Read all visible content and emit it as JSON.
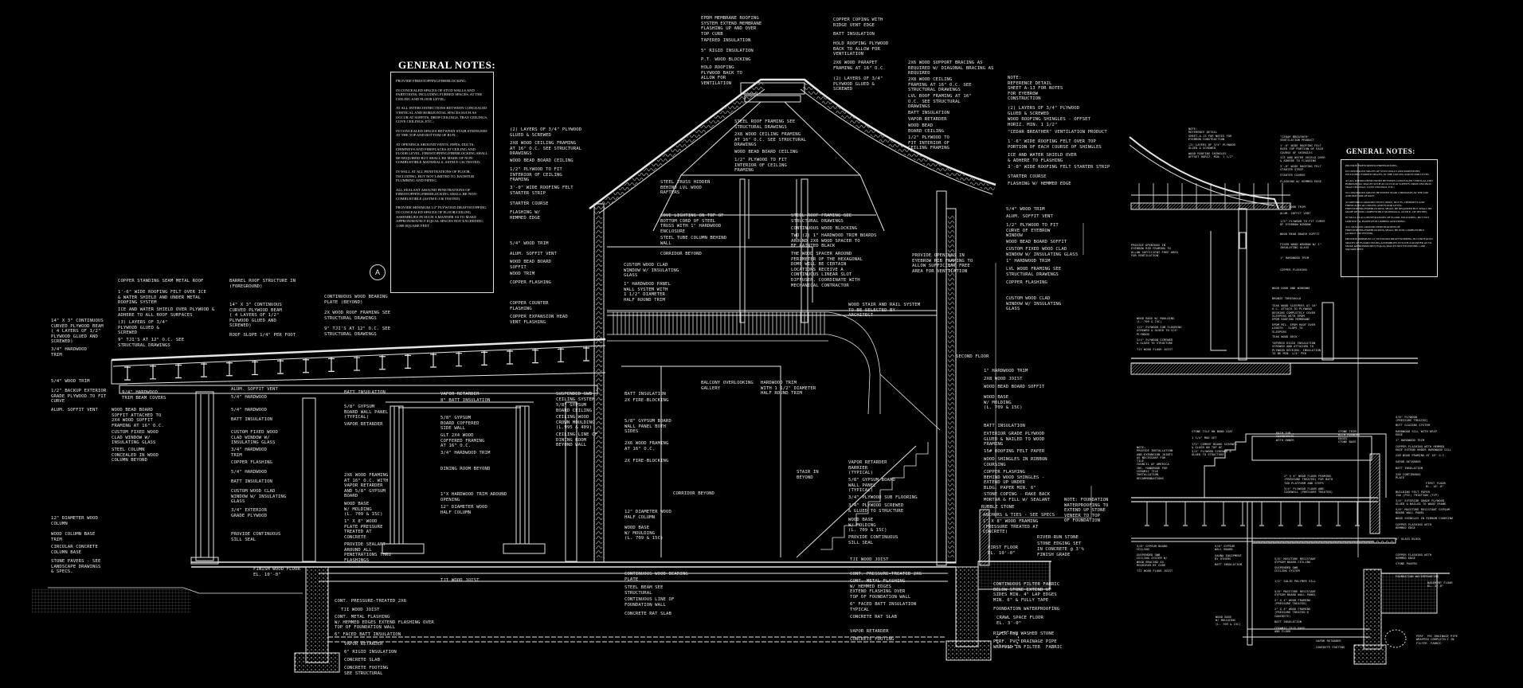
{
  "notes_main": {
    "title": "GENERAL NOTES:",
    "items": [
      "PROVIDE FIRESTOPPING/FIREBLOCKING",
      "IN CONCEALED SPACES OF STUD WALLS AND PARTITIONS, INCLUDING FURRED SPACES, AT THE CEILING AND FLOOR LEVEL;",
      "AT ALL INTERCONNECTIONS BETWEEN CONCEALED VERTICAL AND HORIZONTAL SPACES SUCH AS OCCUR AT SOFFITS, DROP CEILINGS, TRAY CEILINGS, COVE CEILINGS, ETC.;",
      "IN CONCEALED SPACES BETWEEN STAIR STRINGERS AT THE TOP AND BOTTOM OF RUN;",
      "AT OPENINGS AROUND VENTS, PIPES, DUCTS, CHIMNEYS AND FIREPLACES AT CEILING AND FLOOR LEVEL. FIRESTOPPING/FIREBLOCKING SHALL BE REQUIRED BUT SHALL BE MADE OF NON-COMBUSTIBLE MATERIALS, ASTM E-136 TESTED;",
      "IN WALL AT ALL PENETRATIONS OF FLOOR, INCLUDING, BUT NOT LIMITED TO, BATHTUB PLUMBING AND PIPING.",
      "ALL SEALANT AROUND PENETRATIONS OF FIRESTOPPING/FIREBLOCKING SHALL BE NON-COMBUSTIBLE (ASTM E-136 TESTED).",
      "PROVIDE MINIMUM 1/2\" PLYWOOD DRAFTSTOPPING IN CONCEALED SPACES OF FLOOR/CEILING ASSEMBLIES IN SUCH A MANNER AS TO MAKE APPROXIMATELY EQUAL SPACES NOT EXCEEDING 1,000 SQUARE FEET."
    ]
  },
  "notes_detail": {
    "title": "GENERAL NOTES:",
    "items": [
      "PROVIDE FIRESTOPPING/FIREBLOCKING",
      "IN CONCEALED SPACES OF STUD WALLS AND PARTITIONS, INCLUDING FURRED SPACES, AT THE CEILING AND FLOOR LEVEL;",
      "AT ALL INTERCONNECTIONS BETWEEN CONCEALED VERTICAL AND HORIZONTAL SPACES SUCH AS OCCUR AT SOFFITS, DROP CEILINGS, TRAY CEILINGS, COVE CEILINGS, ETC.;",
      "IN CONCEALED SPACES BETWEEN STAIR STRINGERS AT THE TOP AND BOTTOM OF RUN;",
      "AT OPENINGS AROUND VENTS, PIPES, DUCTS, CHIMNEYS AND FIREPLACES AT CEILING AND FLOOR LEVEL. FIRESTOPPING/FIREBLOCKING SHALL BE REQUIRED BUT SHALL BE MADE OF NON-COMBUSTIBLE MATERIALS, ASTM E-136 TESTED;",
      "IN WALL AT ALL PENETRATIONS OF FLOOR, INCLUDING, BUT NOT LIMITED TO, BATHTUB PLUMBING AND PIPING.",
      "ALL SEALANT AROUND PENETRATIONS OF FIRESTOPPING/FIREBLOCKING SHALL BE NON-COMBUSTIBLE (ASTM E-136 TESTED).",
      "PROVIDE MINIMUM 1/2\" PLYWOOD DRAFTSTOPPING IN CONCEALED SPACES OF FLOOR/CEILING ASSEMBLIES IN SUCH A MANNER AS TO MAKE APPROXIMATELY EQUAL SPACES NOT EXCEEDING 1,000 SQUARE FEET."
    ]
  },
  "section_marker": "A",
  "labels": [
    "EPDM MEMBRANE ROOFING\nSYSTEM EXTEND MEMBRANE\nFLASHING UP AND OVER\nTOP CURB",
    "TAPERED INSULATION",
    "5\" RIGID INSULATION",
    "P.T. WOOD BLOCKING",
    "HOLD ROOFING\nPLYWOOD BACK TO\nALLOW FOR\nVENTILATION",
    "COPPER COPING WITH\nRIDGE VENT EDGE",
    "BATT INSULATION",
    "HOLD ROOFING PLYWOOD\nBACK TO ALLOW FOR\nVENTILATION",
    "2X6 WOOD PARAPET\nFRAMING AT 16\" O.C.",
    "(2) LAYERS OF 3/4\"\nPLYWOOD GLUED &\nSCREWED",
    "STEEL ROOF FRAMING SEE\nSTRUCTURAL DRAWINGS",
    "2X8 WOOD CEILING FRAMING\nAT 16\" O.C. SEE STRUCTURAL\nDRAWINGS",
    "WOOD BEAD BOARD CEILING",
    "1/2\" PLYWOOD TO FIT\nINTERIOR OF CEILING\nFRAMING",
    "2X6 WOOD SUPPORT BRACING AS\nREQUIRED W/ DIAGONAL BRACING AS\nREQUIRED",
    "2X8 WOOD CEILING\nFRAMING AT 16\" O.C. SEE\nSTRUCTURAL DRAWINGS",
    "LVL ROOF FRAMING AT 16\"\nO.C. SEE STRUCTURAL\nDRAWINGS",
    "BATT INSULATION",
    "VAPOR RETARDER",
    "WOOD BEAD\nBOARD CEILING",
    "1/2\" PLYWOOD TO\nFIT INTERIOR OF\nCEILING FRAMING",
    "NOTE:\nREFERENCE DETAIL\nSHEET A-13 FOR NOTES\nFOR EYEBROW\nCONSTRUCTION",
    "(2) LAYERS OF 3/4\" PLYWOOD\nGLUED & SCREWED",
    "WOOD ROOFING SHINGLES - OFFSET\nHORIZ. MIN. 1 1/2\"",
    "\"CEDAR BREATHER\" VENTILATION PRODUCT",
    "1'-6\" WIDE ROOFING FELT OVER TOP\nPORTION OF EACH COURSE OF SHINGLES",
    "ICE AND WATER SHIELD OVER\n& ADHERE TO FLASHING",
    "3'-0\" WIDE ROOFING FELT STARTER STRIP",
    "STARTER COURSE",
    "FLASHING W/ HEMMED EDGE",
    "5/4\" WOOD TRIM",
    "ALUM. SOFFIT VENT",
    "1/2\" PLYWOOD TO FIT\nCURVE OF EYEBROW\nWINDOW",
    "WOOD BEAD BOARD SOFFIT",
    "CUSTOM FIXED WOOD CLAD\nWINDOW W/ INSULATING GLASS",
    "1\" HARDWOOD TRIM",
    "LVL WOOD FRAMING SEE\nSTRUCTURAL DRAWINGS",
    "COPPER FLASHING",
    "CUSTOM WOOD CLAD\nWINDOW W/ INSULATING\nGLASS",
    "(2) LAYERS OF 3/4\" PLYWOOD\nGLUED & SCREWED",
    "2X8 WOOD CEILING FRAMING\nAT 16\" O.C. SEE STRUCTURAL\nDRAWINGS",
    "WOOD BEAD BOARD CEILING",
    "1/2\" PLYWOOD TO FIT\nINTERIOR OF CEILING\nFRAMING",
    "3'-0\" WIDE ROOFING FELT\nSTARTER STRIP",
    "STARTER COURSE",
    "FLASHING W/\nHEMMED EDGE",
    "5/4\" WOOD TRIM",
    "ALUM. SOFFIT VENT",
    "WOOD BEAD BOARD\nSOFFIT",
    "WOOD TRIM",
    "COPPER FLASHING",
    "COPPER COUNTER\nFLASHING",
    "COPPER EXPANSION HEAD\nVENT FLASHING",
    "STEEL TRUSS HIDDEN\nBEHIND LVL WOOD\nRAFTERS",
    "COVE LIGHTING ON TOP OF\nBOTTOM CORD OF STEEL\nTRUSS WITH 1\" HARDWOOD\nENCLOSURE",
    "STEEL TUBE COLUMN BEHIND\nWALL",
    "CORRIDOR BEYOND",
    "CUSTOM WOOD CLAD\nWINDOW W/ INSULATING\nGLASS",
    "1\" HARDWOOD PANEL\nWALL SYSTEM WITH\n1 1/2\" DIAMETER\nHALF ROUND TRIM",
    "STEEL ROOF FRAMING SEE\nSTRUCTURAL DRAWINGS",
    "CONTINUOUS WOOD BLOCKING",
    "TWO (2) 1\" HARDWOOD TRIM BOARDS\nAROUND 2X6 WOOD SPACER TO\nBE PAINTED BLACK",
    "THE WOOD SPACER AROUND\nPERIMETER OF THE HEXAGONAL\nDOME WILL BE CERTAIN\nLOCATIONS RECEIVE A\nCONTINUOUS LINEAR SLOT\nDIFFUSER. COORDINATE WITH\nMECHANICAL CONTRACTOR",
    "PROVIDE OPENINGS IN\nEYEBROW RIB FRAMING TO\nALLOW SUFFICIENT FREE\nAREA FOR VENTILATION",
    "WOOD STAIR AND RAIL SYSTEM\nTO BE SELECTED BY\nARCHITECT",
    "COPPER STANDING SEAM METAL ROOF",
    "1'-6\" WIDE ROOFING FELT OVER ICE\n& WATER SHIELD AND UNDER METAL\nROOFING SYSTEM",
    "ICE AND WATER SHIELD OVER PLYWOOD &\nADHERE TO ALL ROOF SURFACES",
    "(3) LAYERS OF 3/4\"\nPLYWOOD GLUED &\nSCREWED",
    "9\" TJI'S AT 12\" O.C. SEE\nSTRUCTURAL DRAWINGS",
    "14\" X 3\" CONTINUOUS\nCURVED PLYWOOD BEAM\n( 4 LAYERS OF 1/2\"\nPLYWOOD GLUED AND\nSCREWED)",
    "3/4\" HARDWOOD\nTRIM",
    "5/4\" WOOD TRIM",
    "1/2\" BACKUP EXTERIOR\nGRADE PLYWOOD TO FIT\nCURVE",
    "ALUM. SOFFIT VENT",
    "BARREL ROOF STRUCTURE IN\n(FOREGROUND)",
    "14\" X 3\" CONTINUOUS\nCURVED PLYWOOD BEAM\n( 4 LAYERS OF 1/2\"\nPLYWOOD GLUED AND\nSCREWED)",
    "ROOF SLOPE 1/4\" PER FOOT",
    "CONTINUOUS WOOD BEARING\nPLATE (BEYOND)",
    "2X WOOD ROOF FRAMING SEE\nSTRUCTURAL DRAWINGS",
    "9\" TJI'S AT 12\" O.C. SEE\nSTRUCTURAL DRAWINGS",
    "9/4\" HARDWOOD\nTRIM BEAM COVERS",
    "WOOD BEAD BOARD\nSOFFIT ATTACHED TO\n2X4 WOOD SOFFIT\nFRAMING AT 16\" O.C.",
    "CUSTOM FIXED WOOD\nCLAD WINDOW W/\nINSULATING GLASS",
    "STEEL COLUMN\nCONCEALED IN WOOD\nCOLUMN BEYOND",
    "12\" DIAMETER WOOD\nCOLUMN",
    "WOOD COLUMN BASE\nTRIM",
    "CIRCULAR CONCRETE\nCOLUMN BASE",
    "STONE PAVERS - SEE\nLANDSCAPE DRAWINGS\n& SPECS.",
    "ALUM. SOFFIT VENT",
    "5/4\" HARDWOOD",
    "5/4\" HARDWOOD",
    "BATT INSULATION",
    "CUSTOM FIXED WOOD\nCLAD WINDOW W/\nINSULATING GLASS",
    "3/4\" HARDWOOD\nTRIM",
    "COPPER FLASHING",
    "5/4\" HARDWOOD",
    "BATT INSULATION",
    "CUSTOM WOOD CLAD\nWINDOW W/ INSULATING\nGLASS",
    "3/4\" EXTERIOR\nGRADE PLYWOOD",
    "PROVIDE CONTINUOUS\nSILL SEAL",
    "FINISH WOOD FLOOR\nEL. 10'-0\"",
    "BATT INSULATION",
    "5/8\" GYPSUM\nBOARD WALL PANEL\n(TYPICAL)",
    "VAPOR RETARDER",
    "2X6 WOOD FRAMING\nAT 16\" O.C. WITH\nVAPOR RETARDER\nAND 5/8\" GYPSUM\nBOARD",
    "WOOD BASE\nW/ MOLDING\n(L. 709 & 15C)",
    "1\" X 8\" WOOD\nPLATE PRESSURE\nTREATED AT\nCONCRETE",
    "PROVIDE SEALANT\nAROUND ALL\nPENETRATIONS THRU\nFLASHINGS",
    "VAPOR RETARDER",
    "8\" BATT INSULATION",
    "5/8\" GYPSUM\nBOARD COFFERED\nSIDE WALL",
    "GLT 2X4 WOOD\nCOFFERED FRAMING\nAT 16\" O.C.",
    "3/4\" HARDWOOD TRIM",
    "DINING ROOM BEYOND",
    "1\"X HARDWOOD TRIM AROUND\nOPENING",
    "12\" DIAMETER WOOD\nHALF COLUMN",
    "SUSPENDED GWB\nCEILING SYSTEM",
    "5/8\" GYPSUM\nBOARD CEILING",
    "CEILING WOOD\nCROWN MOULDING\n(L.995 & 409)",
    "CEILING LINE OF\nDINING ROOM\nBEYOND WALL",
    "BATT INSULATION",
    "2X FIRE-BLOCKING",
    "5/8\" GYPSUM BOARD\nWALL PANEL BOTH\nSIDES",
    "2X6 WOOD FRAMING\nAT 16\" O.C.",
    "2X FIRE-BLOCKING",
    "CORRIDOR BEYOND",
    "12\" DIAMETER WOOD\nHALF COLUMN",
    "WOOD BASE\nW/ MOULDING\n(L. 709 & 15C)",
    "TJI WOOD JOIST",
    "CONTINUOUS WOOD BEARING\nPLATE",
    "STEEL BEAM SEE\nSTRUCTURAL",
    "CONTINUOUS LINE OF\nFOUNDATION WALL",
    "CONCRETE RAT SLAB",
    "TJI WOOD JOIST",
    "CONT. PRESSURE-TREATED 2X6",
    "CONT. METAL FLASHING\nW/ HEMMED EDGES EXTEND FLASHING OVER\nTOP OF FOUNDATION WALL",
    "6\" FACED BATT INSULATION",
    "VAPOR RETARDER",
    "6\" RIGID INSULATION",
    "CONCRETE SLAB",
    "CONCRETE FOOTING\nSEE STRUCTURAL",
    "BALCONY OVERLOOKING\nGALLERY",
    "HARDWOOD TRIM\nWITH 1 1/2\" DIAMETER\nHALF ROUND TRIM",
    "STAIR IN\nBEYOND",
    "SECOND FLOOR",
    "1\" HARDWOOD TRIM",
    "2X8 WOOD JOIST",
    "WOOD BEAD BOARD SOFFIT",
    "WOOD BASE\nW/ MOLDING\n(L. 709 & 15C)",
    "BATT INSULATION",
    "EXTERIOR GRADE PLYWOOD\nGLUED & NAILED TO WOOD\nFRAMING",
    "15# ROOFING FELT PAPER",
    "WOOD SHINGLES IN RIBBON\nCOURSING",
    "COPPER FLASHING\nBEHIND WOOD SHINGLES -\nEXTEND UP UNDER\nBLDG. PAPER MIN. 6\"",
    "STONE COPING - RAKE BACK\nMORTAR & FILL W/ SEALANT",
    "RUBBLE STONE",
    "ANCHORS & TIES - SEE SPECS",
    "NOTE: FOUNDATION\nWATERPROOFING TO\nEXTEND UP STONE\nVENEER TO TOP\nOF FOUNDATION",
    "VAPOR RETARDER\nBARRIER\n(TYPICAL)",
    "5/8\" GYPSUM BOARD\nWALL PANEL\n(TYPICAL)",
    "3/4\" PLYWOOD SUB FLOORING",
    "3/4\" PLYWOOD SCREWED\n& GLUED TO STRUCTURE",
    "1\" X 8\" WOOD FRAMING\n(PRESSURE TREATED AT\nCONCRETE)",
    "WOOD BASE\nW/ MOLDING\n(L. 709 & 15C)",
    "PROVIDE CONTINUOUS\nSILL SEAL",
    "RIVER-RUN STONE",
    "STONE EDGING SET\nIN CONCRETE @ 3'%",
    "FIRST FLOOR\nEL. 10'-0\"",
    "FINISH GRADE",
    "TJI WOOD JOIST",
    "CONT. PRESSURE-TREATED 2X6",
    "CONT. METAL FLASHING\nW/ HEMMED EDGES\nEXTEND FLASHING OVER\nTOP OF FOUNDATION WALL",
    "6\" FACED BATT INSULATION\nTYPICAL",
    "CONCRETE RAT SLAB",
    "VAPOR RETARDER",
    "CONCRETE FOOTING",
    "CONTINUOUS FILTER FABRIC\nBELOW STONE EXTEND UP\nSIDES MIN. 4\" LAP EDGES\nMIN. 6\" & FULLY TAPE",
    "FOUNDATION WATERPROOFING",
    "CRAWL SPACE FLOOR\nEL. 3'-0\"",
    "RIVER-RUN WASHED STONE",
    "PERF. PVC DRAINAGE PIPE\nWRAPPED IN FILTER  FABRIC",
    "NOTE:\nREFERENCE DETAIL\nSHEET A-13 FOR NOTES FOR\nEYEBROW CONSTRUCTION",
    "(2) LAYERS OF 3/4\" PLYWOOD\nGLUED & SCREWED",
    "WOOD ROOFING SHINGLES -\nOFFSET HORIZ. MIN. 1 1/2\"",
    "\"CEDAR BREATHER\"\nVENTILATION PRODUCT",
    "1'-6\" WIDE ROOFING FELT\nOVER TOP PORTION OF EACH\nCOURSE OF SHINGLES",
    "ICE AND WATER SHIELD OVER\n& ADHERE TO FLASHING",
    "3'-0\" WIDE ROOFING FELT\nSTARTER STRIP",
    "STARTER COURSE",
    "FLASHING W/ HEMMED EDGE",
    "5/4\" WOOD TRIM",
    "ALUM. SOFFIT VENT",
    "1/2\" PLYWOOD TO FIT CURVE\nOF EYEBROW WINDOW",
    "WOOD BEAD BOARD SOFFIT",
    "FIXED WOOD WINDOW W/ 1\"\nINSULATING GLASS",
    "1\" HARDWOOD TRIM",
    "COPPER FLASHING",
    "WOOD DOOR AND WINDOWS",
    "BRONZE THRESHOLD",
    "TEAK WOOD SLEEPERS AT 16\"\nO.C. ATTACH TO PLYWOOD\nDECKING COMPLETELY COVER\nSLEEPERS WITH EPDM\nEPDM ROOFING MEMBRANE",
    "EPDM MIL. EPDM ROOF OVER\nLENGTH - SLOPE TO\nSLEEPERS",
    "TEAK WOOD DECK",
    "TAPERED RIGID INSULATION\nSCREWED AND ATTACHED TO\nPLYWOOD DECKING. INSULATION\nTO BE MIN. 1/4\" PER",
    "PROVIDE OPENINGS IN\nEYEBROW RIB FRAMING TO\nALLOW SUFFICIENT FREE AREA\nFOR VENTILATION",
    "WOOD BASE W/ MOULDING\n(L. 709 & 15C)",
    "1/2\" PLYWOOD SUB FLOORING\nSCREWED & GLUED TO 3/4\"\nPLYWOOD",
    "3/4\" PLYWOOD SCREWED\n& GLUED TO STRUCTURE",
    "TJI WOOD FLOOR JOIST",
    "STONE TILE ON BOND COAT",
    "1 1/4\" MUD SET",
    "1/2\" CEMENT BOARD SCREWED\n& GLUED ON TOP OF\n3/4\" PLYWOOD SCREWED &\nGLUED TO STRUCTURE",
    "NOTE:\nPROVIDE INSTALLATION\nAND EXPANSION JOINTS\nAS NECESSARY FOR\nTILE\nCOUNCIL OF AMERICA\nINC. HANDBOOK FOR\nCERAMIC TILE\nINSTALLATION\nRECOMMENDATIONS",
    "BATH TUB -\nCOORDINATE\nWITH OWNER",
    "STONE TRIM\nWITH ROUNDED\nEDGES\nSTONE BASE",
    "2\" x 4\" WOOD FLOOR FRAMING\n(PRESSURE TREATED) FOR BATH\nTUB PLATFORM AND STEPS",
    "3/4\" PLYWOOD FLOOR AND\nSIDEWALL (PRESSURE TREATED)",
    "5/8\" GYPSUM BOARD\nCEILING",
    "SUSPENDED GWB\nCEILING SYSTEM W/\nWOOD BRACING AS\nREQUIRED BY CODE",
    "TJI WOOD FLOOR JOIST",
    "5/8\" GYPSUM\nWALL BOARD",
    "SAUNA EQUIPMENT\nBY OTHERS",
    "BATT INSULATION",
    "5/8\" MOISTURE RESISTANT\nGYPSUM BOARD CEILING",
    "SUSPENDED GWB\nCEILING SYSTEM",
    "1/2\" SOLID POLYMER SILL",
    "5/8\" MOISTURE RESISTANT\nGYPSUM BOARD WALL PANEL",
    "2\" x 4\" WOOD FRAMING\n(PRESSURE TREATED)",
    "2\" x 4\" WOOD FRAMING\n(PRESSURE TREATED @\nCONCRETE)",
    "BATT INSULATION",
    "CERAMIC TILE BASE\nAND FLOOR",
    "WOOD BASE\nW/ MOULDING\n(L. 709 & 15C)",
    "VAPOR RETARDER",
    "CONCRETE FOOTING",
    "5/8\" PLYWOOD\n(PRESSURE TREATED)",
    "BUTT GLAZING SYSTEM",
    "HARDWOOD SILL WITH DRIP\nEDGE",
    "1\" HARDWOOD TRIM",
    "COPPER FLASHING WITH HEMMED\nEDGE EXTEND UNDER HARDWOOD SILL",
    "2X8 WOOD FRAMING AT 16\" O.C.",
    "VAPOR RETARDER",
    "BATT INSULATION",
    "2X6 CONTINUOUS\nPLATE",
    "FIRST FLOOR\nEL. 10'-0\"",
    "BUILDING FELT PAPER\n15# (PSI) TRIATION (TYP)",
    "3/4\" EXTERIOR GRADE PLYWOOD\nGLUED & NAILED TO WOOD FRAME",
    "5/8\" MOISTURE RESISTANT GYPSUM\nBOARD WALL PANEL",
    "WOOD SHINGLES IN RIBBON COURSING",
    "COPPER FLASHING WITH\nHEMMED EDGE",
    "4\" GLASS BLOCK",
    "COPPER FLASHING WITH\nHEMMED EDGE",
    "STONE PAVERS",
    "FOUNDATION WATERPROOFING",
    "BASEMENT FLOOR\nEL. 3'-0\"",
    "PERF. PVC DRAINAGE PIPE\nWRAPPED COMPLETELY IN\nFILTER  FABRIC"
  ]
}
